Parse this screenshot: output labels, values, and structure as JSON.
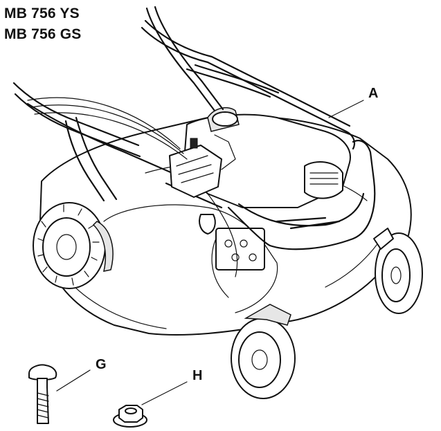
{
  "titles": {
    "line1": "MB 756 YS",
    "line2": "MB 756 GS"
  },
  "callouts": {
    "a": "A",
    "g": "G",
    "h": "H"
  },
  "colors": {
    "line": "#111111",
    "background": "#ffffff"
  }
}
